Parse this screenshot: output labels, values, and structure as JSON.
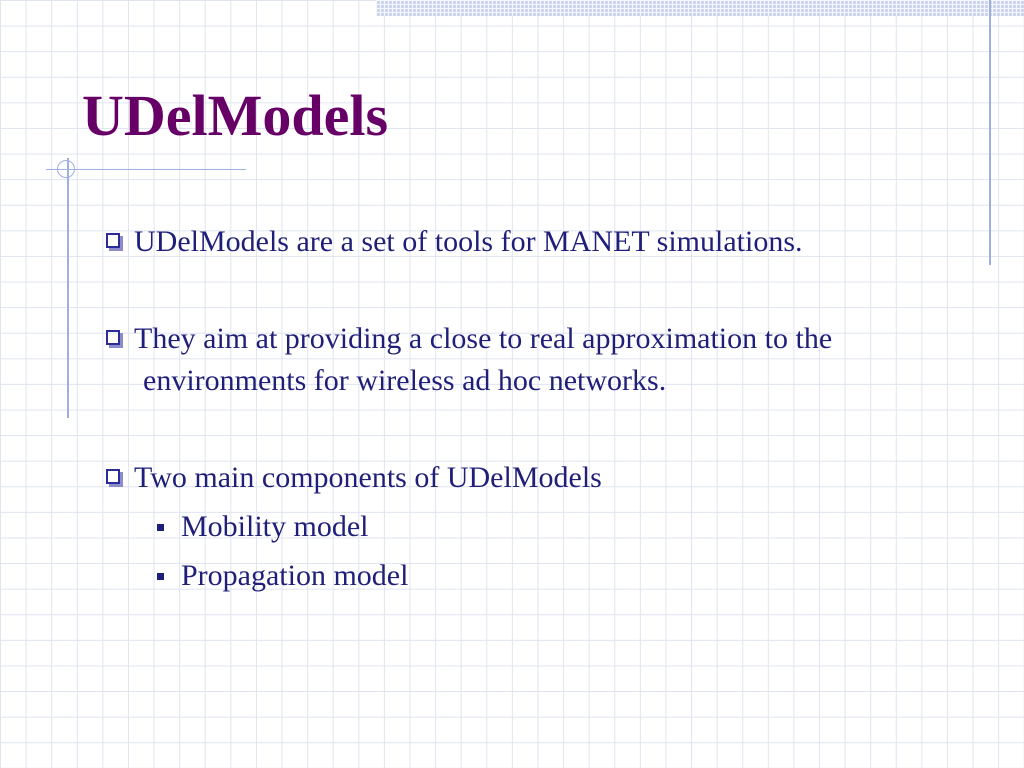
{
  "slide": {
    "title": "UDelModels",
    "bullets": [
      {
        "lines": [
          "UDelModels are a set of tools for MANET simulations."
        ]
      },
      {
        "lines": [
          "They aim at providing a close to real approximation to the",
          "environments for wireless ad hoc networks."
        ]
      },
      {
        "lines": [
          "Two main components of UDelModels"
        ]
      }
    ],
    "sub_bullets": [
      "Mobility model",
      "Propagation model"
    ]
  },
  "colors": {
    "title": "#660066",
    "body_text": "#1f1f7a",
    "grid": "#dfe4f0",
    "accent_lines": "#9fafe0"
  },
  "icons": {
    "bullet_level1": "shadowed-square-bullet-icon",
    "bullet_level2": "filled-square-bullet-icon"
  }
}
